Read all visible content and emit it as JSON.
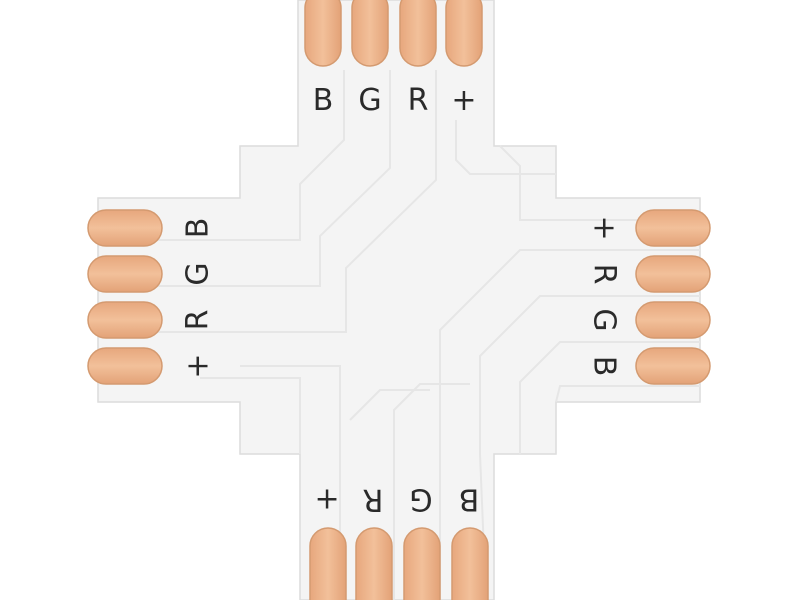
{
  "connector": {
    "board_color": "#f4f4f4",
    "pad_color": "#eeb98f",
    "pad_edge_color": "#d49a70",
    "trace_color": "#e6e6e6",
    "label_color": "#2a2a2a",
    "top_labels": [
      "B",
      "G",
      "R",
      "+"
    ],
    "left_labels": [
      "B",
      "G",
      "R",
      "+"
    ],
    "right_labels": [
      "+",
      "R",
      "G",
      "B"
    ],
    "bottom_labels": [
      "+",
      "R",
      "G",
      "B"
    ]
  }
}
